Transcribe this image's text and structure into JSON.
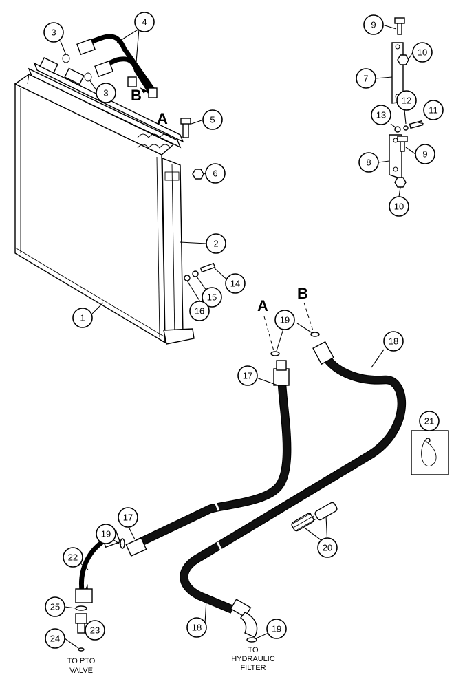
{
  "callouts": {
    "c1": "1",
    "c2": "2",
    "c3a": "3",
    "c3b": "3",
    "c4": "4",
    "c5": "5",
    "c6": "6",
    "c7": "7",
    "c8": "8",
    "c9a": "9",
    "c9b": "9",
    "c10a": "10",
    "c10b": "10",
    "c11": "11",
    "c12": "12",
    "c13": "13",
    "c14": "14",
    "c15": "15",
    "c16": "16",
    "c17a": "17",
    "c17b": "17",
    "c18a": "18",
    "c18b": "18",
    "c19a": "19",
    "c19b": "19",
    "c19c": "19",
    "c20": "20",
    "c21": "21",
    "c22": "22",
    "c23": "23",
    "c24": "24",
    "c25": "25"
  },
  "connection_letters": {
    "top_a": "A",
    "top_b": "B",
    "hose_a": "A",
    "hose_b": "B"
  },
  "destinations": {
    "pto_line1": "TO PTO",
    "pto_line2": "VALVE",
    "filter_line1": "TO",
    "filter_line2": "HYDRAULIC",
    "filter_line3": "FILTER"
  }
}
